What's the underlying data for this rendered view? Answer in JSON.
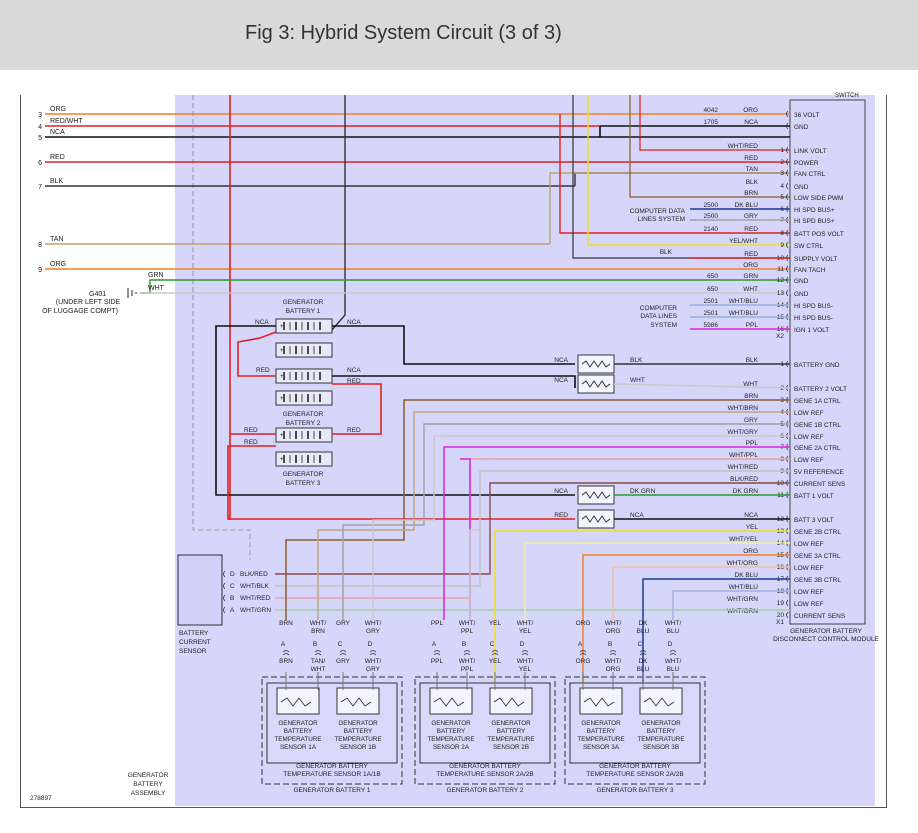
{
  "header": {
    "title": "Fig 3: Hybrid System Circuit (3 of 3)"
  },
  "diagram_number": "278897",
  "colors": {
    "ORG": "#f08020",
    "RED": "#e02020",
    "NCA": "#111111",
    "BLK": "#333333",
    "TAN": "#c0a070",
    "GRN": "#2a9a2a",
    "WHT": "#c8c8c8",
    "PPL": "#e020e0",
    "YEL": "#f0e020",
    "BRN": "#8b5a2b",
    "DKBLU": "#1a3a9a",
    "GRY": "#a0a0a0",
    "CONNECTOR": "#a0a0a0",
    "BG": "#d6d6fb"
  },
  "left_wires": [
    {
      "pin": "3",
      "label": "ORG"
    },
    {
      "pin": "4",
      "label": "RED/WHT"
    },
    {
      "pin": "5",
      "label": "NCA"
    },
    {
      "pin": "6",
      "label": "RED"
    },
    {
      "pin": "7",
      "label": "BLK"
    },
    {
      "pin": "8",
      "label": "TAN"
    },
    {
      "pin": "9",
      "label": "ORG"
    }
  ],
  "ground": {
    "id": "G401",
    "note1": "(UNDER LEFT SIDE",
    "note2": "OF LUGGAGE COMPT)",
    "wire1": "GRN",
    "wire2": "WHT"
  },
  "switch_label": "SWITCH",
  "module_upper_rows": [
    {
      "circuit": "4042",
      "color": "ORG",
      "pin": "",
      "label": "36 VOLT"
    },
    {
      "circuit": "1705",
      "color": "NCA",
      "pin": "",
      "label": "GND"
    },
    {
      "circuit": "",
      "color": "WHT/RED",
      "pin": "1",
      "label": "LINK VOLT"
    },
    {
      "circuit": "",
      "color": "RED",
      "pin": "2",
      "label": "POWER"
    },
    {
      "circuit": "",
      "color": "TAN",
      "pin": "3",
      "label": "FAN CTRL"
    },
    {
      "circuit": "",
      "color": "BLK",
      "pin": "4",
      "label": "GND"
    },
    {
      "circuit": "",
      "color": "BRN",
      "pin": "5",
      "label": "LOW SIDE PWM"
    },
    {
      "circuit": "2500",
      "color": "DK BLU",
      "pin": "6",
      "label": "HI SPD BUS+"
    },
    {
      "circuit": "2500",
      "color": "GRY",
      "pin": "7",
      "label": "HI SPD BUS+"
    },
    {
      "circuit": "2140",
      "color": "RED",
      "pin": "8",
      "label": "BATT POS VOLT"
    },
    {
      "circuit": "",
      "color": "YEL/WHT",
      "pin": "9",
      "label": "SW CTRL"
    },
    {
      "circuit": "",
      "color": "RED",
      "pin": "10",
      "label": "SUPPLY VOLT"
    },
    {
      "circuit": "",
      "color": "ORG",
      "pin": "11",
      "label": "FAN TACH"
    },
    {
      "circuit": "650",
      "color": "GRN",
      "pin": "12",
      "label": "GND"
    },
    {
      "circuit": "650",
      "color": "WHT",
      "pin": "13",
      "label": "GND"
    },
    {
      "circuit": "2501",
      "color": "WHT/BLU",
      "pin": "14",
      "label": "HI SPD BUS-"
    },
    {
      "circuit": "2501",
      "color": "WHT/BLU",
      "pin": "15",
      "label": "HI SPD BUS-"
    },
    {
      "circuit": "5986",
      "color": "PPL",
      "pin": "16",
      "label": "IGN 1 VOLT"
    }
  ],
  "module_lower_rows": [
    {
      "color": "BLK",
      "pin": "1",
      "label": "BATTERY GND"
    },
    {
      "color": "WHT",
      "pin": "2",
      "label": "BATTERY 2 VOLT"
    },
    {
      "color": "BRN",
      "pin": "3",
      "label": "GENE 1A CTRL"
    },
    {
      "color": "WHT/BRN",
      "pin": "4",
      "label": "LOW REF"
    },
    {
      "color": "GRY",
      "pin": "5",
      "label": "GENE 1B CTRL"
    },
    {
      "color": "WHT/GRY",
      "pin": "6",
      "label": "LOW REF"
    },
    {
      "color": "PPL",
      "pin": "7",
      "label": "GENE 2A CTRL"
    },
    {
      "color": "WHT/PPL",
      "pin": "8",
      "label": "LOW REF"
    },
    {
      "color": "WHT/RED",
      "pin": "9",
      "label": "5V REFERENCE"
    },
    {
      "color": "BLK/RED",
      "pin": "10",
      "label": "CURRENT SENS"
    },
    {
      "color": "DK GRN",
      "pin": "11",
      "label": "BATT 1 VOLT"
    },
    {
      "color": "NCA",
      "pin": "12",
      "label": "BATT 3 VOLT"
    },
    {
      "color": "YEL",
      "pin": "13",
      "label": "GENE 2B CTRL"
    },
    {
      "color": "WHT/YEL",
      "pin": "14",
      "label": "LOW REF"
    },
    {
      "color": "ORG",
      "pin": "15",
      "label": "GENE 3A CTRL"
    },
    {
      "color": "WHT/ORG",
      "pin": "16",
      "label": "LOW REF"
    },
    {
      "color": "DK BLU",
      "pin": "17",
      "label": "GENE 3B CTRL"
    },
    {
      "color": "WHT/BLU",
      "pin": "18",
      "label": "LOW REF"
    },
    {
      "color": "WHT/GRN",
      "pin": "19",
      "label": "LOW REF"
    },
    {
      "color": "WHT/GRN",
      "pin": "20",
      "label": "CURRENT SENS"
    }
  ],
  "module_labels": {
    "x2": "X2",
    "x1": "X1",
    "name_line1": "GENERATOR BATTERY",
    "name_line2": "DISCONNECT CONTROL MODULE"
  },
  "computer_data_lines_1": {
    "l1": "COMPUTER DATA",
    "l2": "LINES SYSTEM"
  },
  "computer_data_lines_2": {
    "l1": "COMPUTER",
    "l2": "DATA LINES",
    "l3": "SYSTEM"
  },
  "blk_label": "BLK",
  "batteries": {
    "b1": {
      "l1": "GENERATOR",
      "l2": "BATTERY 1"
    },
    "b2": {
      "l1": "GENERATOR",
      "l2": "BATTERY 2"
    },
    "b3": {
      "l1": "GENERATOR",
      "l2": "BATTERY 3"
    },
    "labels": {
      "nca_left": "NCA",
      "nca_right": "NCA",
      "red1": "RED",
      "nca2": "NCA",
      "red2": "RED",
      "red3": "RED",
      "red4": "RED",
      "red5": "RED"
    }
  },
  "fuses": [
    {
      "in": "NCA",
      "out": "BLK"
    },
    {
      "in": "NCA",
      "out": "WHT"
    },
    {
      "in": "NCA",
      "out": "DK GRN"
    },
    {
      "in": "RED",
      "out": "NCA"
    }
  ],
  "current_sensor": {
    "label1": "BATTERY",
    "label2": "CURRENT",
    "label3": "SENSOR",
    "pins": [
      {
        "pin": "D",
        "color": "BLK/RED"
      },
      {
        "pin": "C",
        "color": "WHT/BLK"
      },
      {
        "pin": "B",
        "color": "WHT/RED"
      },
      {
        "pin": "A",
        "color": "WHT/GRN"
      }
    ]
  },
  "sensor_groups": [
    {
      "top": [
        "BRN",
        "WHT/\nBRN",
        "GRY",
        "WHT/\nGRY"
      ],
      "pins": [
        "A",
        "B",
        "C",
        "D"
      ],
      "bottom": [
        "BRN",
        "TAN/\nWHT",
        "GRY",
        "WHT/\nGRY"
      ],
      "s1": "SENSOR 1A",
      "s2": "SENSOR 1B",
      "assembly": "GENERATOR BATTERY\nTEMPERATURE SENSOR 1A/1B",
      "battery": "GENERATOR BATTERY 1"
    },
    {
      "top": [
        "PPL",
        "WHT/\nPPL",
        "YEL",
        "WHT/\nYEL"
      ],
      "pins": [
        "A",
        "B",
        "C",
        "D"
      ],
      "bottom": [
        "PPL",
        "WHT/\nPPL",
        "YEL",
        "WHT/\nYEL"
      ],
      "s1": "SENSOR 2A",
      "s2": "SENSOR 2B",
      "assembly": "GENERATOR BATTERY\nTEMPERATURE SENSOR 2A/2B",
      "battery": "GENERATOR BATTERY 2"
    },
    {
      "top": [
        "ORG",
        "WHT/\nORG",
        "DK\nBLU",
        "WHT/\nBLU"
      ],
      "pins": [
        "A",
        "B",
        "C",
        "D"
      ],
      "bottom": [
        "ORG",
        "WHT/\nORG",
        "DK\nBLU",
        "WHT/\nBLU"
      ],
      "s1": "SENSOR 3A",
      "s2": "SENSOR 3B",
      "assembly": "GENERATOR BATTERY\nTEMPERATURE SENSOR 2A/2B",
      "battery": "GENERATOR BATTERY 3"
    }
  ],
  "sensor_text": {
    "l1": "GENERATOR",
    "l2": "BATTERY",
    "l3": "TEMPERATURE"
  },
  "assembly_label": {
    "l1": "GENERATOR",
    "l2": "BATTERY",
    "l3": "ASSEMBLY"
  }
}
